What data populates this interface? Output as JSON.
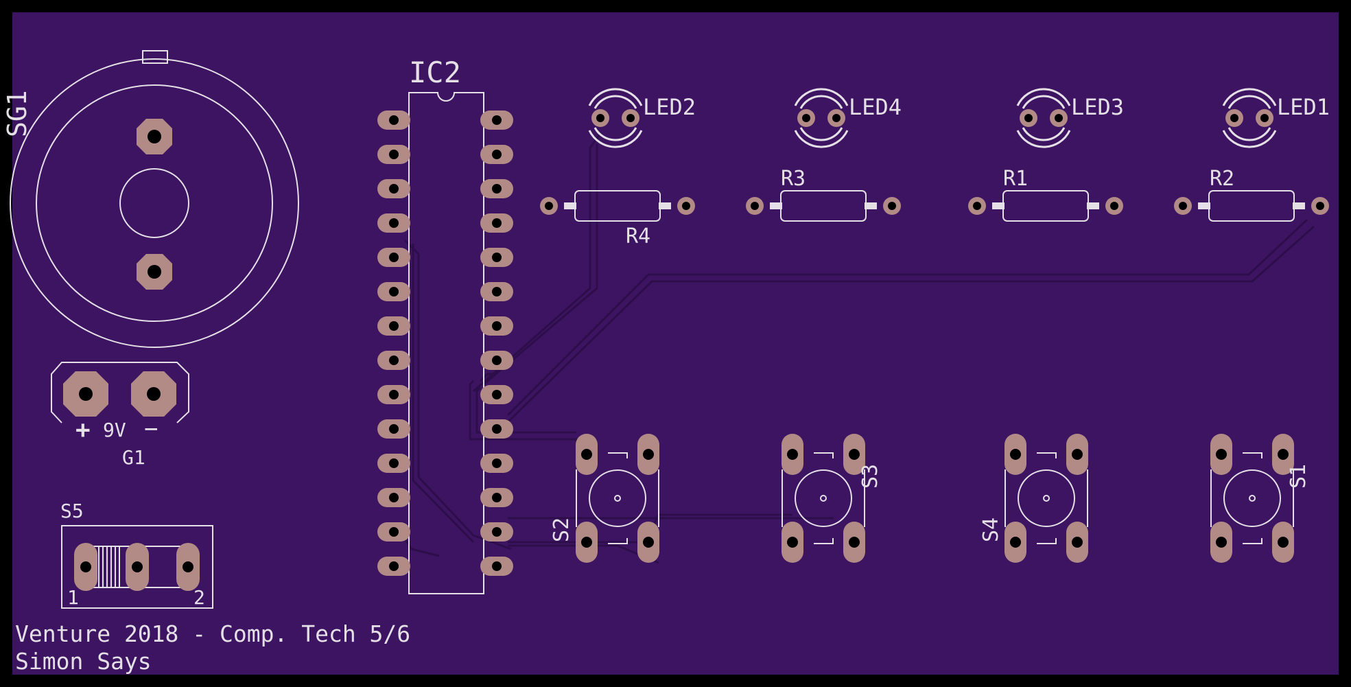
{
  "colors": {
    "background": "#000000",
    "board": "#3d1462",
    "trace": "#2d0e4a",
    "silk": "#e4e0e6",
    "pad": "#b28b86",
    "hole": "#000000"
  },
  "board_text": {
    "line1": "Venture 2018 - Comp. Tech 5/6",
    "line2": "Simon Says"
  },
  "labels": {
    "ic2": "IC2",
    "sg1": "SG1",
    "g1": "G1",
    "nine_v": "9V",
    "plus": "+",
    "minus": "−",
    "s5": "S5",
    "s5_pin1": "1",
    "s5_pin2": "2",
    "led2": "LED2",
    "led4": "LED4",
    "led3": "LED3",
    "led1": "LED1",
    "r4": "R4",
    "r3": "R3",
    "r1": "R1",
    "r2": "R2",
    "s2": "S2",
    "s3": "S3",
    "s4": "S4",
    "s1": "S1"
  },
  "icons": {
    "buzzer": "buzzer-footprint-icon",
    "battery": "battery-connector-icon",
    "chip": "dip28-chip-icon",
    "led": "led-footprint-icon",
    "resistor": "resistor-footprint-icon",
    "switch": "tactile-switch-icon",
    "slide_switch": "slide-switch-icon"
  }
}
